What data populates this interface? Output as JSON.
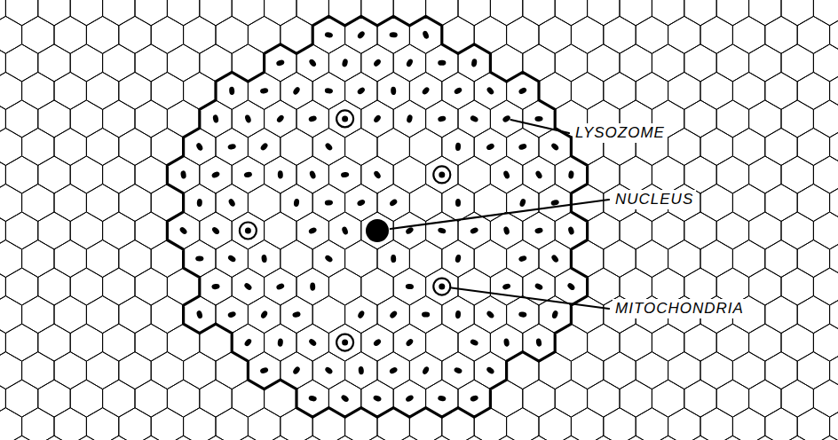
{
  "diagram": {
    "labels": [
      "LYSOZOME",
      "NUCLEUS",
      "MITOCHONDRIA"
    ]
  }
}
